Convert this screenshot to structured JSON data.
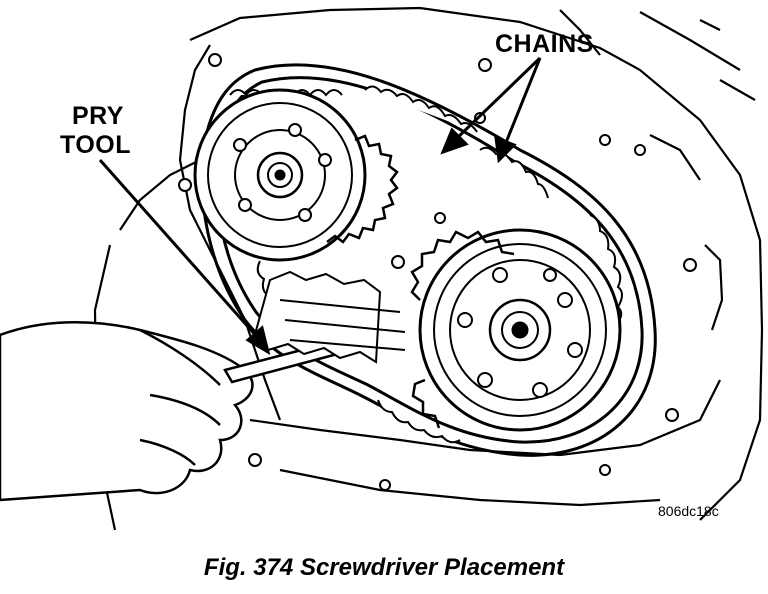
{
  "labels": {
    "pry_line1": "PRY",
    "pry_line2": "TOOL",
    "chains": "CHAINS",
    "figure_code": "806dc18c"
  },
  "caption": "Fig. 374 Screwdriver Placement"
}
